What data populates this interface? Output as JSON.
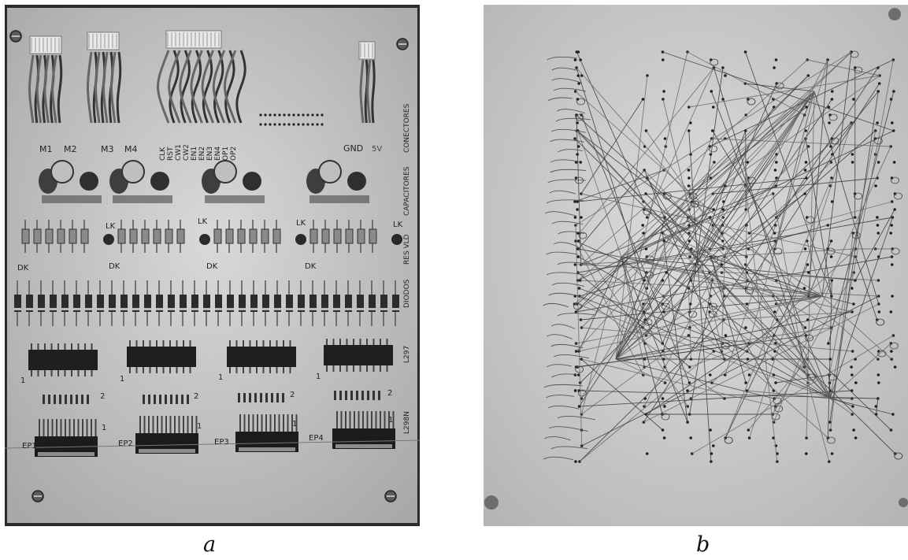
{
  "panels": [
    {
      "id": "a",
      "caption": "a",
      "description": "Photo of the component side of a stepper motor driver board",
      "labels": {
        "motors": [
          "M1",
          "M2",
          "M3",
          "M4"
        ],
        "gnd": "GND",
        "volt": "5V",
        "signals": [
          "CLK",
          "RST",
          "CW1",
          "CW2",
          "EN1",
          "EN2",
          "EN3",
          "EN4",
          "OP1",
          "OP2"
        ],
        "side_conectores": "CONECTORES",
        "side_capacitores": "CAPACITORES",
        "side_res": "RES VLD",
        "side_diodos": "DIODOS",
        "side_l297": "L297",
        "side_l298": "L298N",
        "lk": "LK",
        "dk": "DK",
        "eps": [
          "EP1",
          "EP2",
          "EP3",
          "EP4"
        ],
        "pin1": "1",
        "pin2": "2"
      }
    },
    {
      "id": "b",
      "caption": "b",
      "description": "Photo of the wiring side of the board with many point-to-point wires"
    }
  ]
}
